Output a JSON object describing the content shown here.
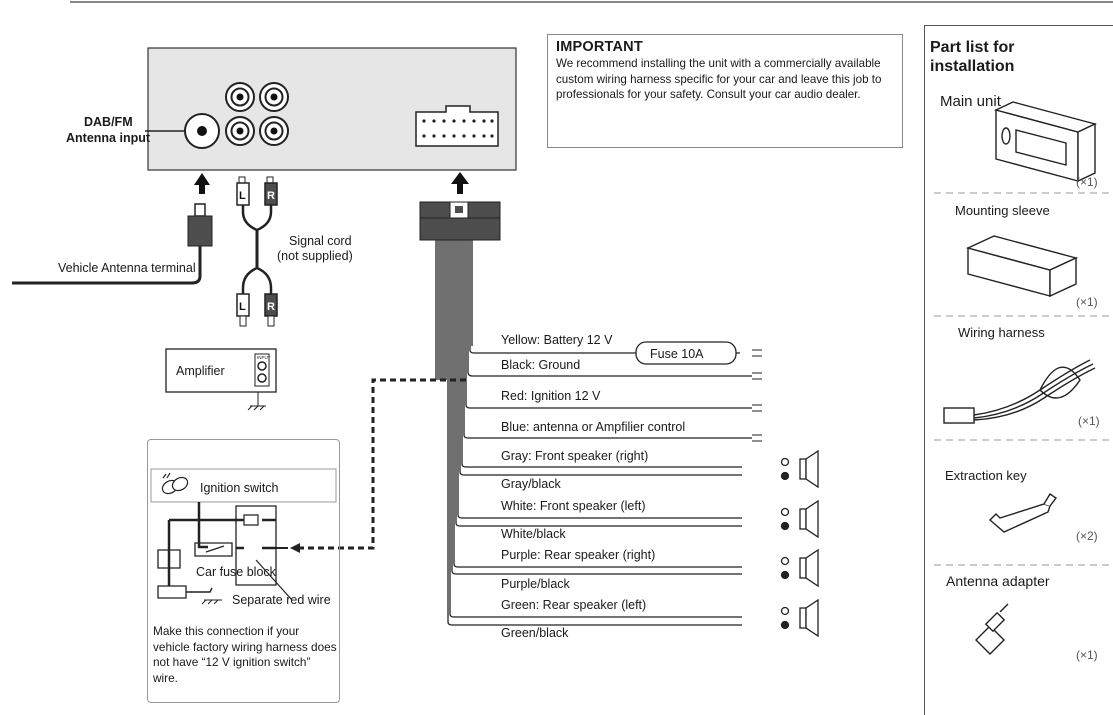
{
  "important": {
    "title": "IMPORTANT",
    "text": "We recommend installing the unit with a commercially available custom wiring harness specific for your car and leave this job to professionals for your safety. Consult your car audio dealer."
  },
  "antenna": {
    "input_label_1": "DAB/FM",
    "input_label_2": "Antenna input",
    "vehicle_terminal": "Vehicle Antenna terminal"
  },
  "rca": {
    "left": "L",
    "right": "R",
    "signal_cord_1": "Signal cord",
    "signal_cord_2": "(not supplied)"
  },
  "amplifier": {
    "label": "Amplifier",
    "input_tag": "INPUT"
  },
  "harness_wires": [
    "Yellow: Battery 12 V",
    "Black: Ground",
    "Red: Ignition 12 V",
    "Blue: antenna or Ampfilier control",
    "Gray: Front speaker (right)",
    "Gray/black",
    "White: Front speaker (left)",
    "White/black",
    "Purple: Rear speaker (right)",
    "Purple/black",
    "Green: Rear speaker (left)",
    "Green/black"
  ],
  "fuse_label": "Fuse 10A",
  "ignition": {
    "switch_label": "Ignition switch",
    "fuse_block": "Car fuse block",
    "red_wire": "Separate red wire",
    "note": "Make this connection if your vehicle factory wiring harness does not have “12 V ignition switch” wire."
  },
  "parts": {
    "title_1": "Part list for",
    "title_2": "installation",
    "items": [
      {
        "name": "Main unit",
        "qty": "(×1)"
      },
      {
        "name": "Mounting sleeve",
        "qty": "(×1)"
      },
      {
        "name": "Wiring harness",
        "qty": "(×1)"
      },
      {
        "name": "Extraction key",
        "qty": "(×2)"
      },
      {
        "name": "Antenna adapter",
        "qty": "(×1)"
      }
    ]
  },
  "colors": {
    "line": "#1a1a1a",
    "unit_fill": "#e6e6e6",
    "connector_fill": "#4d4d4d",
    "border": "#888888"
  }
}
